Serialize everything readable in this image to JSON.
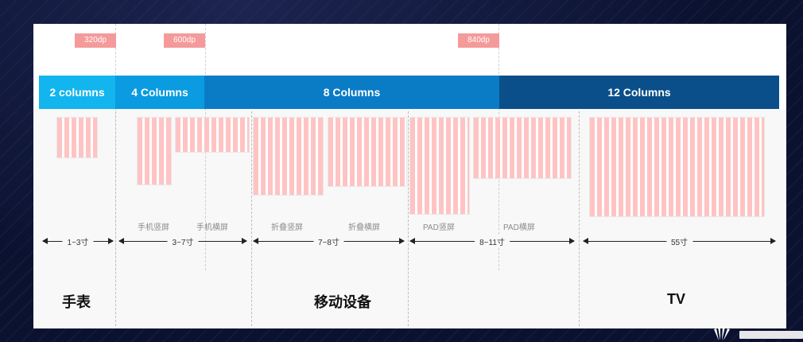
{
  "breakpoints": [
    "320dp",
    "600dp",
    "840dp"
  ],
  "columns": [
    "2 columns",
    "4 Columns",
    "8 Columns",
    "12 Columns"
  ],
  "column_colors": [
    "#12b5ee",
    "#0a9be0",
    "#0a7cc6",
    "#0a4f8a"
  ],
  "device_labels": [
    "手机竖屏",
    "手机横屏",
    "折叠竖屏",
    "折叠横屏",
    "PAD竖屏",
    "PAD横屏"
  ],
  "sizes": [
    "1~3寸",
    "3~7寸",
    "7~8寸",
    "8~11寸",
    "55寸"
  ],
  "categories": [
    "手表",
    "移动设备",
    "TV"
  ]
}
